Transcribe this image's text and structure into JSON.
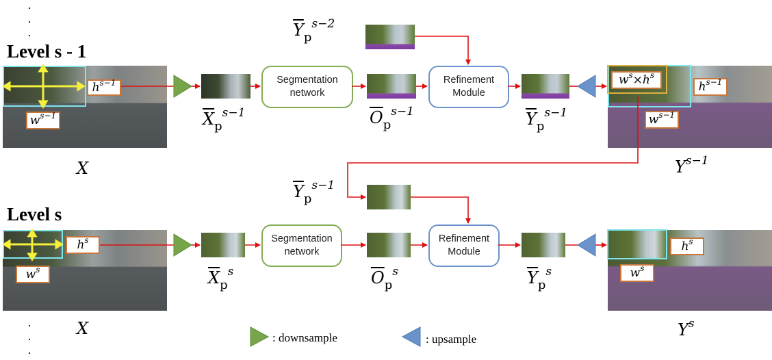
{
  "levels": [
    {
      "title": "Level s - 1",
      "input_label": {
        "base": "X"
      },
      "w_label": {
        "base": "w",
        "sup": "s−1"
      },
      "h_label": {
        "base": "h",
        "sup": "s−1"
      },
      "downsampled": {
        "base": "X",
        "sub": "p",
        "sup": "s−1"
      },
      "seg_output": {
        "base": "O",
        "sub": "p",
        "sup": "s−1"
      },
      "prev_pred": {
        "base": "Y",
        "sub": "p",
        "sup": "s−2"
      },
      "refined": {
        "base": "Y",
        "sub": "p",
        "sup": "s−1"
      },
      "output": {
        "base": "Y",
        "sup": "s−1"
      },
      "output_box_labels": {
        "crop": {
          "w": "w",
          "w_sup": "s",
          "times": "×",
          "h": "h",
          "h_sup": "s"
        },
        "h": {
          "base": "h",
          "sup": "s−1"
        },
        "w": {
          "base": "w",
          "sup": "s−1"
        }
      }
    },
    {
      "title": "Level s",
      "input_label": {
        "base": "X"
      },
      "w_label": {
        "base": "w",
        "sup": "s"
      },
      "h_label": {
        "base": "h",
        "sup": "s"
      },
      "downsampled": {
        "base": "X",
        "sub": "p",
        "sup": "s"
      },
      "seg_output": {
        "base": "O",
        "sub": "p",
        "sup": "s"
      },
      "prev_pred": {
        "base": "Y",
        "sub": "p",
        "sup": "s−1"
      },
      "refined": {
        "base": "Y",
        "sub": "p",
        "sup": "s"
      },
      "output": {
        "base": "Y",
        "sup": "s"
      },
      "output_box_labels": {
        "h": {
          "base": "h",
          "sup": "s"
        },
        "w": {
          "base": "w",
          "sup": "s"
        }
      }
    }
  ],
  "modules": {
    "segmentation": {
      "line1": "Segmentation",
      "line2": "network"
    },
    "refinement": {
      "line1": "Refinement",
      "line2": "Module"
    }
  },
  "legend": {
    "downsample": ": downsample",
    "upsample": ": upsample"
  },
  "continuation_dots": "·",
  "colors": {
    "arrow": "#dd1111",
    "downsample": "#77a64a",
    "upsample": "#6a93cc",
    "segmentation_border": "#82ac56",
    "refinement_border": "#6c94cc",
    "crop_box": "#7fe6ee",
    "target_box": "#e0b040",
    "label_border": "#c8763a",
    "size_arrows": "#f5f03a"
  }
}
